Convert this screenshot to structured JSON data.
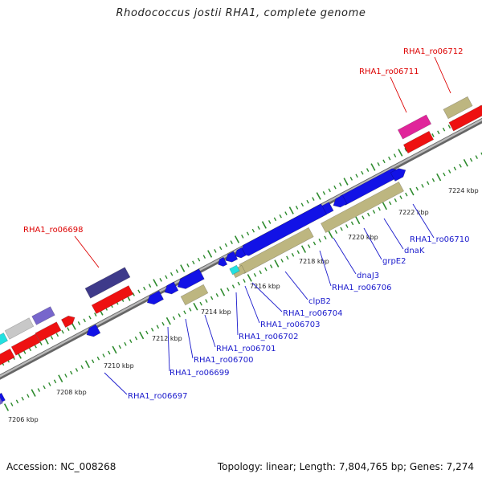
{
  "title": "Rhodococcus jostii RHA1, complete genome",
  "footer": {
    "accession": "Accession: NC_008268",
    "stats": "Topology: linear; Length: 7,804,765 bp; Genes: 7,274"
  },
  "colors": {
    "backbone": "#8a8a8a",
    "tick": "#2e8b2e",
    "gene_label_blue": "#1a1acc",
    "gene_label_red": "#dd0000",
    "blue_gene": "#1212e6",
    "khaki_feature": "#bdb680",
    "red_feature": "#ee1111",
    "navy_feature": "#3e3a8a",
    "magenta_feature": "#e0259a",
    "cyan_feature": "#22e0e0",
    "lavender_feature": "#7766cc",
    "gray_feature": "#c8c8c8"
  },
  "kbp_labels": [
    "7206 kbp",
    "7208 kbp",
    "7210 kbp",
    "7212 kbp",
    "7214 kbp",
    "7216 kbp",
    "7218 kbp",
    "7220 kbp",
    "7222 kbp",
    "7224 kbp"
  ],
  "gene_labels_blue": [
    "RHA1_ro06697",
    "RHA1_ro06699",
    "RHA1_ro06700",
    "RHA1_ro06701",
    "RHA1_ro06702",
    "RHA1_ro06703",
    "RHA1_ro06704",
    "clpB2",
    "RHA1_ro06706",
    "dnaJ3",
    "grpE2",
    "dnaK",
    "RHA1_ro06710"
  ],
  "gene_labels_red": [
    "RHA1_ro06698",
    "RHA1_ro06711",
    "RHA1_ro06712"
  ]
}
